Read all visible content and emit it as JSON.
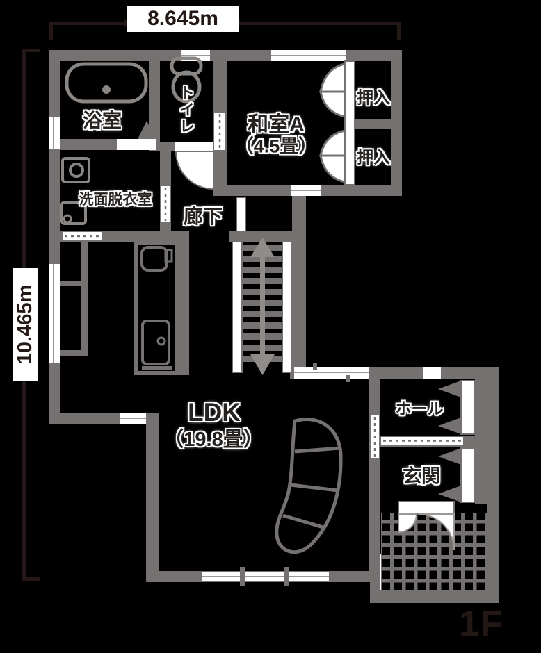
{
  "dimensions": {
    "width_label": "8.645m",
    "height_label": "10.465m"
  },
  "floor_label": "1F",
  "rooms": {
    "bathroom": "浴室",
    "toilet": "トイレ",
    "japanese_room": "和室A",
    "japanese_room_size": "（4.5畳）",
    "closet_upper": "押入",
    "closet_lower": "押入",
    "washroom": "洗面脱衣室",
    "hallway": "廊下",
    "ldk": "LDK",
    "ldk_size": "（19.8畳）",
    "hall": "ホール",
    "entrance": "玄関"
  },
  "icons": {
    "stairs_arrow": "up-down-arrow",
    "bathtub": "bathtub-symbol",
    "toilet_fixture": "toilet-symbol",
    "sofa": "curved-sofa-symbol",
    "kitchen": "kitchen-counter-symbol",
    "porch": "tiled-porch-hatch"
  },
  "colors": {
    "background": "#000000",
    "wall": "#757170",
    "white": "#ffffff",
    "dimension": "#231815",
    "arrow": "#908c8a"
  }
}
